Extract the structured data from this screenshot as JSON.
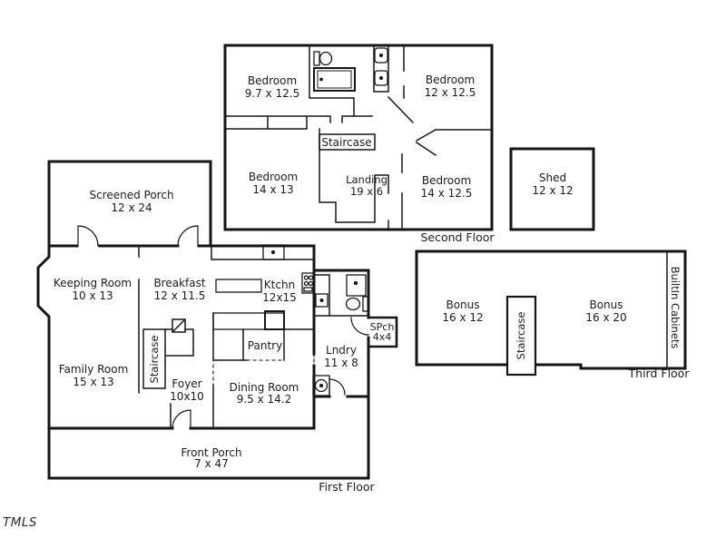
{
  "watermark": "TMLS",
  "colors": {
    "wall": "#161616",
    "text": "#1c1c1c",
    "background": "#ffffff"
  },
  "second_floor": {
    "caption": "Second Floor",
    "bedroom_nw": {
      "name": "Bedroom",
      "dims": "9.7 x 12.5"
    },
    "bedroom_ne": {
      "name": "Bedroom",
      "dims": "12 x 12.5"
    },
    "bedroom_sw": {
      "name": "Bedroom",
      "dims": "14 x 13"
    },
    "bedroom_se": {
      "name": "Bedroom",
      "dims": "14 x 12.5"
    },
    "staircase": "Staircase",
    "landing": {
      "name": "Landing",
      "dims": "19 x 6"
    }
  },
  "shed": {
    "name": "Shed",
    "dims": "12 x 12"
  },
  "third_floor": {
    "caption": "Third Floor",
    "bonus_west": {
      "name": "Bonus",
      "dims": "16 x 12"
    },
    "bonus_east": {
      "name": "Bonus",
      "dims": "16 x 20"
    },
    "staircase": "Staircase",
    "builtin_cabinets": "BuiltIn Cabinets"
  },
  "first_floor": {
    "caption": "First Floor",
    "screened_porch": {
      "name": "Screened Porch",
      "dims": "12 x 24"
    },
    "keeping_room": {
      "name": "Keeping Room",
      "dims": "10 x 13"
    },
    "breakfast": {
      "name": "Breakfast",
      "dims": "12 x 11.5"
    },
    "kitchen": {
      "name": "Ktchn",
      "dims": "12x15"
    },
    "family_room": {
      "name": "Family Room",
      "dims": "15 x 13"
    },
    "staircase": "Staircase",
    "foyer": {
      "name": "Foyer",
      "dims": "10x10"
    },
    "pantry": {
      "name": "Pantry"
    },
    "dining_room": {
      "name": "Dining Room",
      "dims": "9.5 x 14.2"
    },
    "laundry": {
      "name": "Lndry",
      "dims": "11 x 8"
    },
    "side_porch": {
      "name": "SPch",
      "dims": "4x4"
    },
    "front_porch": {
      "name": "Front Porch",
      "dims": "7 x 47"
    }
  }
}
